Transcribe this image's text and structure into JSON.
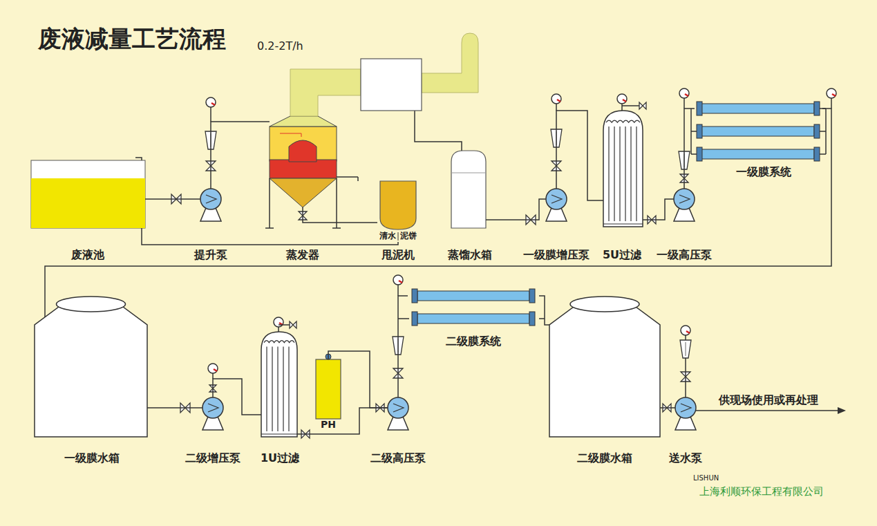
{
  "diagram": {
    "title": "废液减量工艺流程",
    "nodes": [
      {
        "text": [
          "废液池"
        ]
      },
      {
        "text": [
          "提升泵"
        ]
      },
      {
        "text": [
          "蒸发器"
        ]
      },
      {
        "text": [
          "甩泥机",
          "清水",
          "泥饼"
        ]
      },
      {
        "text": [
          "蒸馏水箱"
        ]
      },
      {
        "text": [
          "一级膜增压泵"
        ]
      },
      {
        "text": [
          "5U过滤"
        ]
      },
      {
        "text": [
          "一级高压泵"
        ]
      },
      {
        "text": [
          "一级膜系统"
        ]
      },
      {
        "text": [
          "一级膜水箱"
        ]
      },
      {
        "text": [
          "二级增压泵"
        ]
      },
      {
        "text": [
          "1U过滤"
        ]
      },
      {
        "text": [
          "PH"
        ]
      },
      {
        "text": [
          "二级高压泵"
        ]
      },
      {
        "text": [
          "二级膜系统"
        ]
      },
      {
        "text": [
          "二级膜水箱"
        ]
      },
      {
        "text": [
          "送水泵"
        ]
      }
    ],
    "edges": [
      {
        "from": 0,
        "to": 1,
        "arrow": "none"
      },
      {
        "from": 1,
        "to": 2,
        "arrow": "none"
      },
      {
        "from": 2,
        "to": 3,
        "arrow": "none"
      },
      {
        "from": 3,
        "to": 0,
        "arrow": "none"
      },
      {
        "from": 2,
        "to": 4,
        "arrow": "none"
      },
      {
        "from": 4,
        "to": 5,
        "arrow": "none"
      },
      {
        "from": 5,
        "to": 6,
        "arrow": "none"
      },
      {
        "from": 6,
        "to": 7,
        "arrow": "none"
      },
      {
        "from": 7,
        "to": 8,
        "arrow": "none"
      },
      {
        "from": 8,
        "to": 9,
        "arrow": "none"
      },
      {
        "from": 9,
        "to": 10,
        "arrow": "none"
      },
      {
        "from": 10,
        "to": 11,
        "arrow": "none"
      },
      {
        "from": 11,
        "to": 13,
        "arrow": "none"
      },
      {
        "from": 12,
        "to": 13,
        "arrow": "none"
      },
      {
        "from": 13,
        "to": 14,
        "arrow": "none"
      },
      {
        "from": 14,
        "to": 15,
        "arrow": "none"
      },
      {
        "from": 15,
        "to": 16,
        "arrow": "none"
      }
    ],
    "labels": [
      "0.2-2T/h",
      "供现场使用或再处理",
      "LISHUN",
      "上海利顺环保工程有限公司"
    ]
  }
}
